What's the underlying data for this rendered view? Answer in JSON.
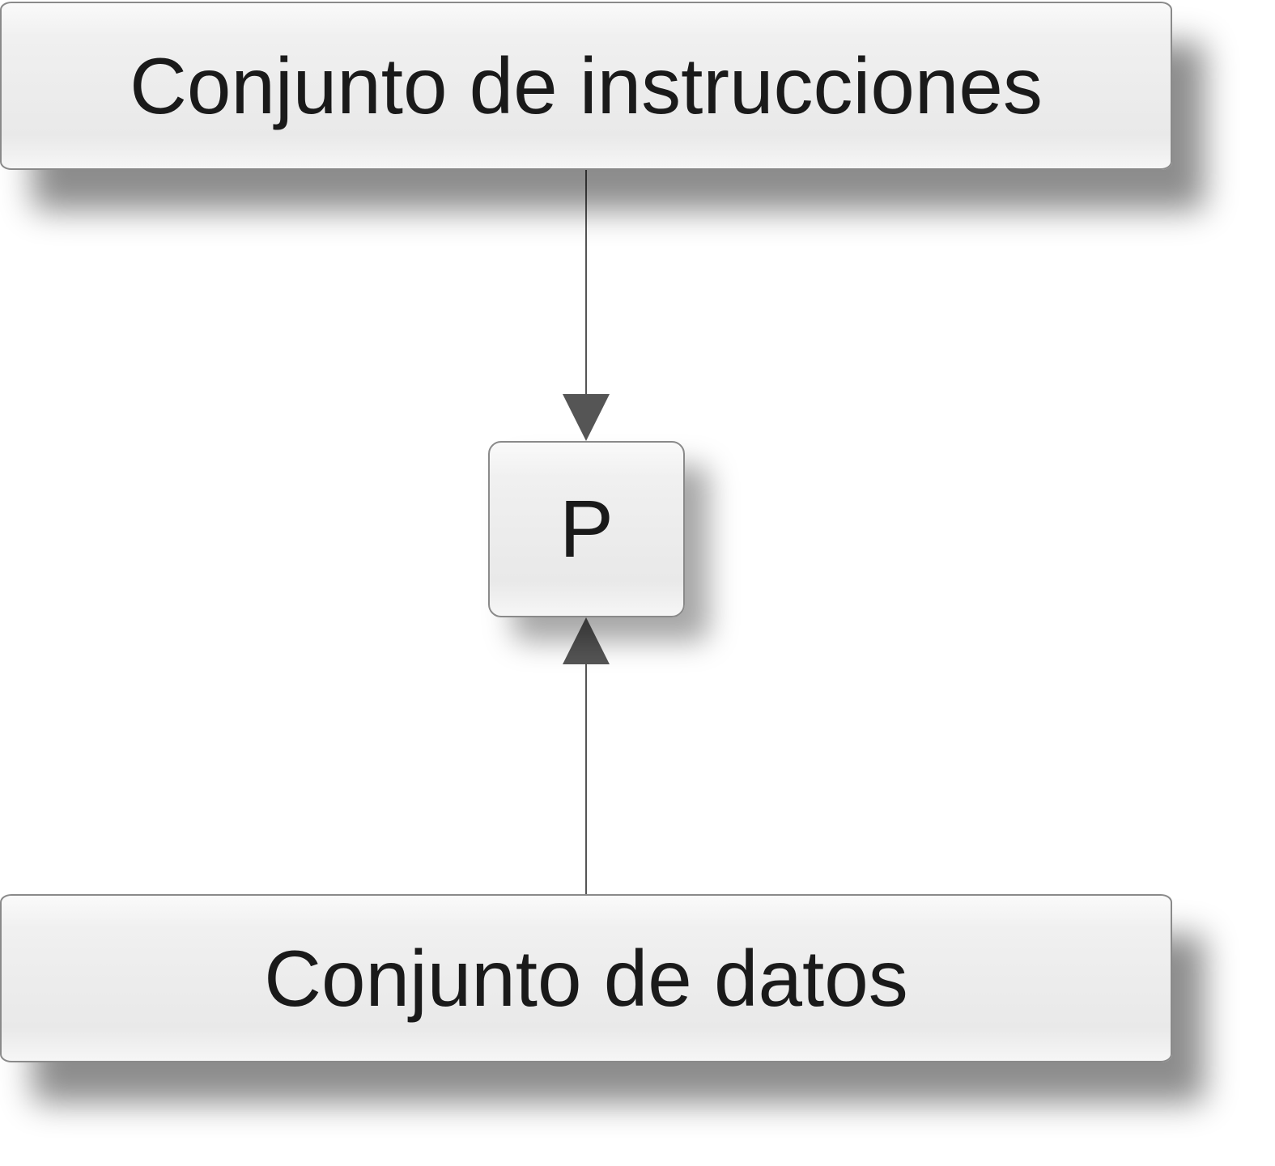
{
  "diagram": {
    "top_box": {
      "label": "Conjunto de instrucciones"
    },
    "center_box": {
      "label": "P"
    },
    "bottom_box": {
      "label": "Conjunto de datos"
    },
    "edges": [
      {
        "from": "Conjunto de instrucciones",
        "to": "P"
      },
      {
        "from": "Conjunto de datos",
        "to": "P"
      }
    ],
    "colors": {
      "line": "#555555",
      "box_border": "#8a8a8a",
      "box_fill": "#eeeeee",
      "text": "#1a1a1a"
    }
  }
}
